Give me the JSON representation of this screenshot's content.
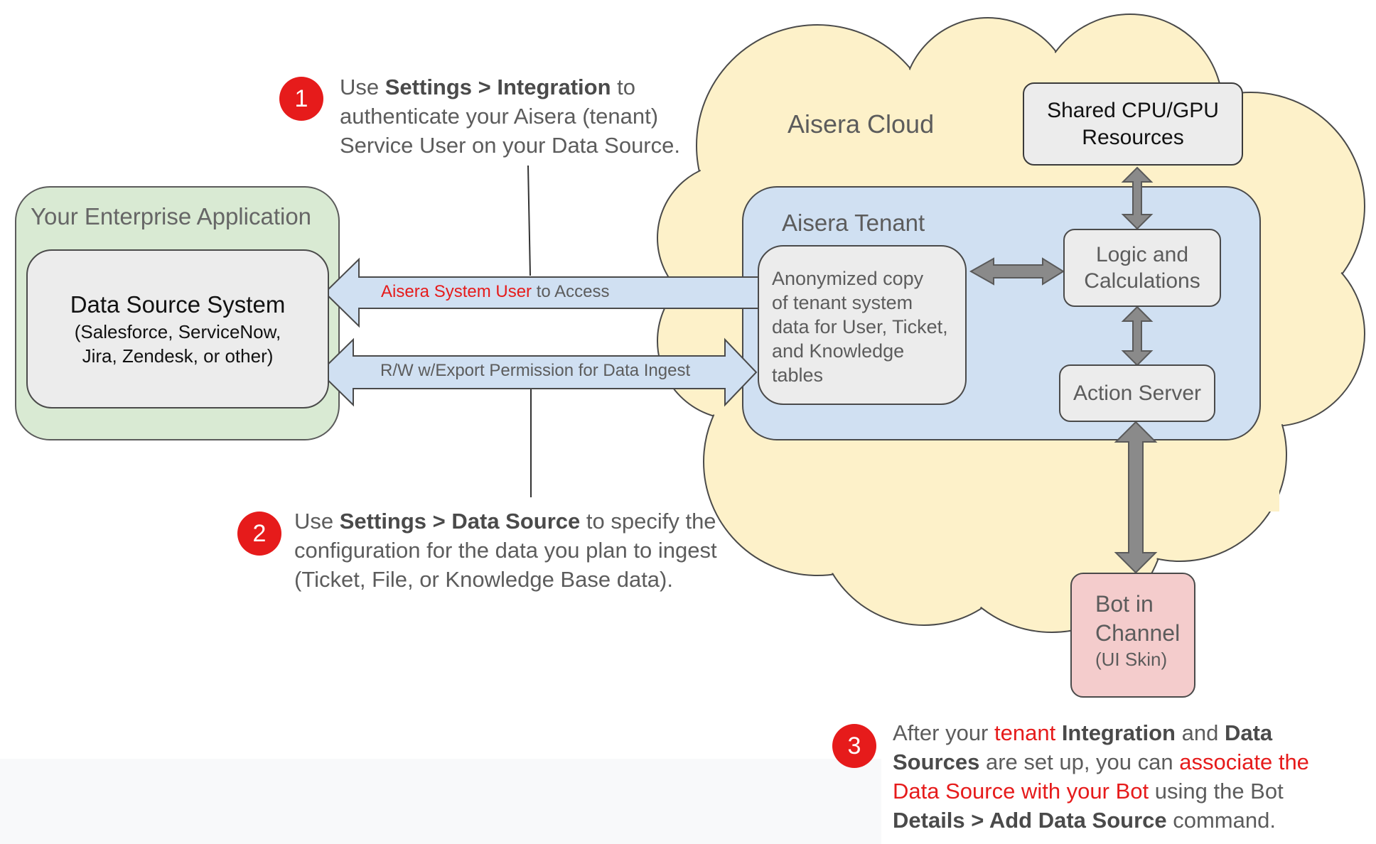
{
  "colors": {
    "cloud_fill": "#fdf1c9",
    "enterprise_fill": "#d9ead3",
    "tenant_fill": "#d0e0f2",
    "box_fill": "#ececec",
    "bot_fill": "#f4cccc",
    "arrow_gray": "#8a8a8a",
    "accent_red": "#e61b1b"
  },
  "cloud": {
    "label": "Aisera Cloud"
  },
  "shared_resources": {
    "line1": "Shared CPU/GPU",
    "line2": "Resources"
  },
  "tenant": {
    "label": "Aisera Tenant"
  },
  "anonymized": {
    "lines": [
      "Anonymized copy",
      "of tenant system",
      "data for User, Ticket,",
      "and Knowledge",
      "tables"
    ]
  },
  "logic": {
    "line1": "Logic and",
    "line2": "Calculations"
  },
  "action_server": {
    "label": "Action Server"
  },
  "bot": {
    "line1": "Bot in",
    "line2": "Channel",
    "line3": "(UI Skin)"
  },
  "enterprise": {
    "label": "Your Enterprise Application"
  },
  "data_source": {
    "title": "Data Source System",
    "line1": "(Salesforce, ServiceNow,",
    "line2": "Jira, Zendesk, or other)"
  },
  "arrow_access": {
    "highlight": "Aisera System User",
    "rest": " to Access"
  },
  "arrow_rw": {
    "label": "R/W w/Export Permission for Data Ingest"
  },
  "step1": {
    "number": "1",
    "use": "Use ",
    "bold": "Settings > Integration",
    "after": " to",
    "line2": "authenticate your Aisera (tenant)",
    "line3": "Service User on your Data Source."
  },
  "step2": {
    "number": "2",
    "use": "Use ",
    "bold": "Settings > Data Source",
    "after": " to specify the",
    "line2": "configuration for the data you plan to ingest",
    "line3": "(Ticket, File, or Knowledge Base data)."
  },
  "step3": {
    "number": "3",
    "after_your": "After your ",
    "tenant": "tenant",
    "integration": " Integration",
    "and": " and ",
    "data": "Data",
    "sources": "Sources",
    "setup": " are set up, you can ",
    "assoc1": "associate the",
    "assoc2": "Data Source with your Bot",
    "using": " using the Bot",
    "details": "Details > Add Data Source",
    "command": " command."
  }
}
